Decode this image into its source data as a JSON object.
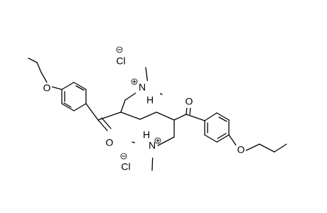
{
  "molecule": {
    "labels": {
      "oxygen": "O",
      "nitrogen": "N",
      "hydrogen": "H",
      "chloride": "Cl"
    },
    "charges": {
      "cation": "+",
      "anion": "−"
    }
  }
}
